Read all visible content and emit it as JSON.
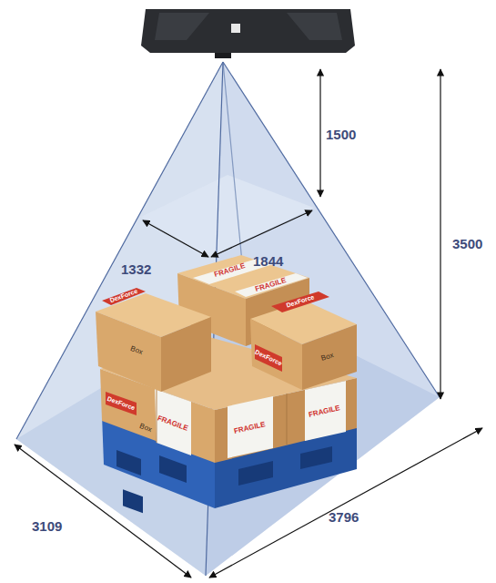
{
  "diagram": {
    "labels": [
      "1500",
      "1332",
      "1844",
      "3500",
      "3109",
      "3796",
      "FRAGILE",
      "FRAGILE",
      "FRAGILE",
      "FRAGILE",
      "FRAGILE",
      "DexForce",
      "DexForce",
      "DexForce",
      "DexForce",
      "Box",
      "Box",
      "Box"
    ]
  }
}
